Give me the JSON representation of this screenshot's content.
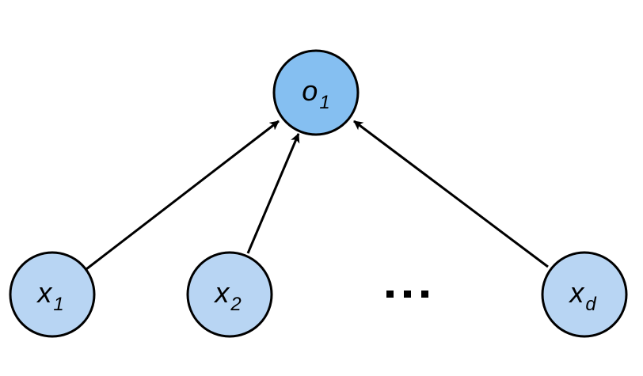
{
  "diagram": {
    "colors": {
      "input_fill": "#b8d5f3",
      "output_fill": "#85bff1",
      "stroke": "#000000",
      "background": "#ffffff"
    },
    "output_node": {
      "id": "o1",
      "base": "o",
      "sub": "1"
    },
    "input_nodes": [
      {
        "id": "x1",
        "base": "x",
        "sub": "1"
      },
      {
        "id": "x2",
        "base": "x",
        "sub": "2"
      },
      {
        "id": "xd",
        "base": "x",
        "sub": "d"
      }
    ],
    "ellipsis": "...",
    "edges": [
      {
        "from": "x1",
        "to": "o1"
      },
      {
        "from": "x2",
        "to": "o1"
      },
      {
        "from": "xd",
        "to": "o1"
      }
    ]
  }
}
